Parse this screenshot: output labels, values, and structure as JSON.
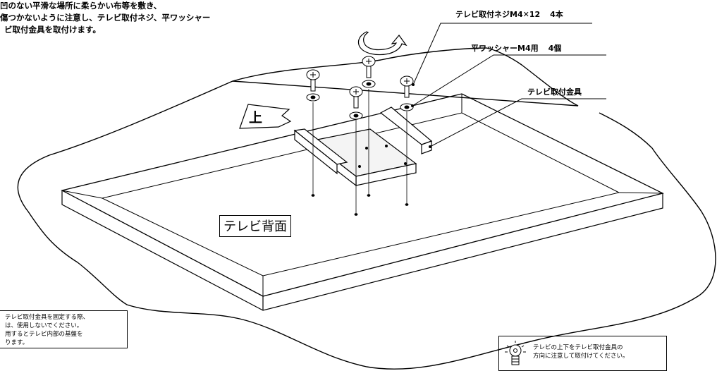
{
  "intro_lines": [
    "凹のない平滑な場所に柔らかい布等を敷き、",
    "傷つかないように注意し、テレビ取付ネジ、平ワッシャー",
    "ビ取付金具を取付けます。"
  ],
  "labels": {
    "screw": "テレビ取付ネジM4✕12",
    "screw_qty": "4本",
    "washer": "平ワッシャーM4用",
    "washer_qty": "4個",
    "bracket": "テレビ取付金具",
    "tv_back": "テレビ背面",
    "up": "上"
  },
  "warning_lines": [
    "テレビ取付金具を固定する際、",
    "は、使用しないでください。",
    "用するとテレビ内部の基盤を",
    "ります。"
  ],
  "tip_lines": [
    "テレビの上下をテレビ取付金具の",
    "方向に注意して取付けてください。"
  ],
  "icons": {
    "rotate": "rotate-arrow-icon",
    "up": "up-arrow-icon",
    "tip": "lightbulb-icon"
  }
}
